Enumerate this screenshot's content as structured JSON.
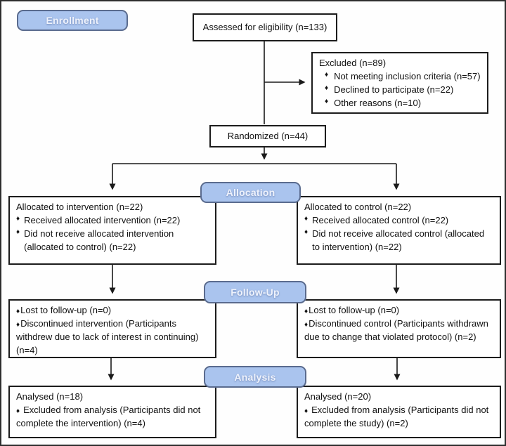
{
  "glyphs": {
    "bullet": "♦"
  },
  "colors": {
    "background": "#fefefe",
    "stage_fill": "#aac4ee",
    "stage_border": "#5a6b8e",
    "stage_text": "#eef2fc",
    "box_border": "#1c1c1c",
    "connector": "#1a1a1a"
  },
  "stages": {
    "enrollment": "Enrollment",
    "allocation": "Allocation",
    "followup": "Follow-Up",
    "analysis": "Analysis"
  },
  "boxes": {
    "assessed": {
      "text": "Assessed for eligibility (n=133)"
    },
    "excluded": {
      "title": "Excluded (n=89)",
      "bullets": [
        "Not meeting inclusion criteria (n=57)",
        "Declined to participate (n=22)",
        "Other reasons (n=10)"
      ]
    },
    "randomized": {
      "text": "Randomized (n=44)"
    },
    "allocated_intervention": {
      "title": "Allocated to intervention (n=22)",
      "bullets": [
        "Received allocated intervention (n=22)",
        "Did not receive allocated intervention (allocated to control) (n=22)"
      ]
    },
    "allocated_control": {
      "title": "Allocated to control (n=22)",
      "bullets": [
        "Received allocated control (n=22)",
        "Did not receive allocated control (allocated to intervention) (n=22)"
      ]
    },
    "followup_intervention": {
      "bullets": [
        "Lost to follow-up (n=0)",
        "Discontinued intervention (Participants withdrew due to lack of interest in continuing) (n=4)"
      ]
    },
    "followup_control": {
      "bullets": [
        "Lost to follow-up (n=0)",
        "Discontinued control (Participants withdrawn due to change that violated protocol) (n=2)"
      ]
    },
    "analysed_intervention": {
      "title": "Analysed (n=18)",
      "bullets": [
        "Excluded from analysis (Participants did not complete the intervention) (n=4)"
      ]
    },
    "analysed_control": {
      "title": "Analysed (n=20)",
      "bullets": [
        "Excluded from analysis (Participants did not complete the study) (n=2)"
      ]
    }
  }
}
